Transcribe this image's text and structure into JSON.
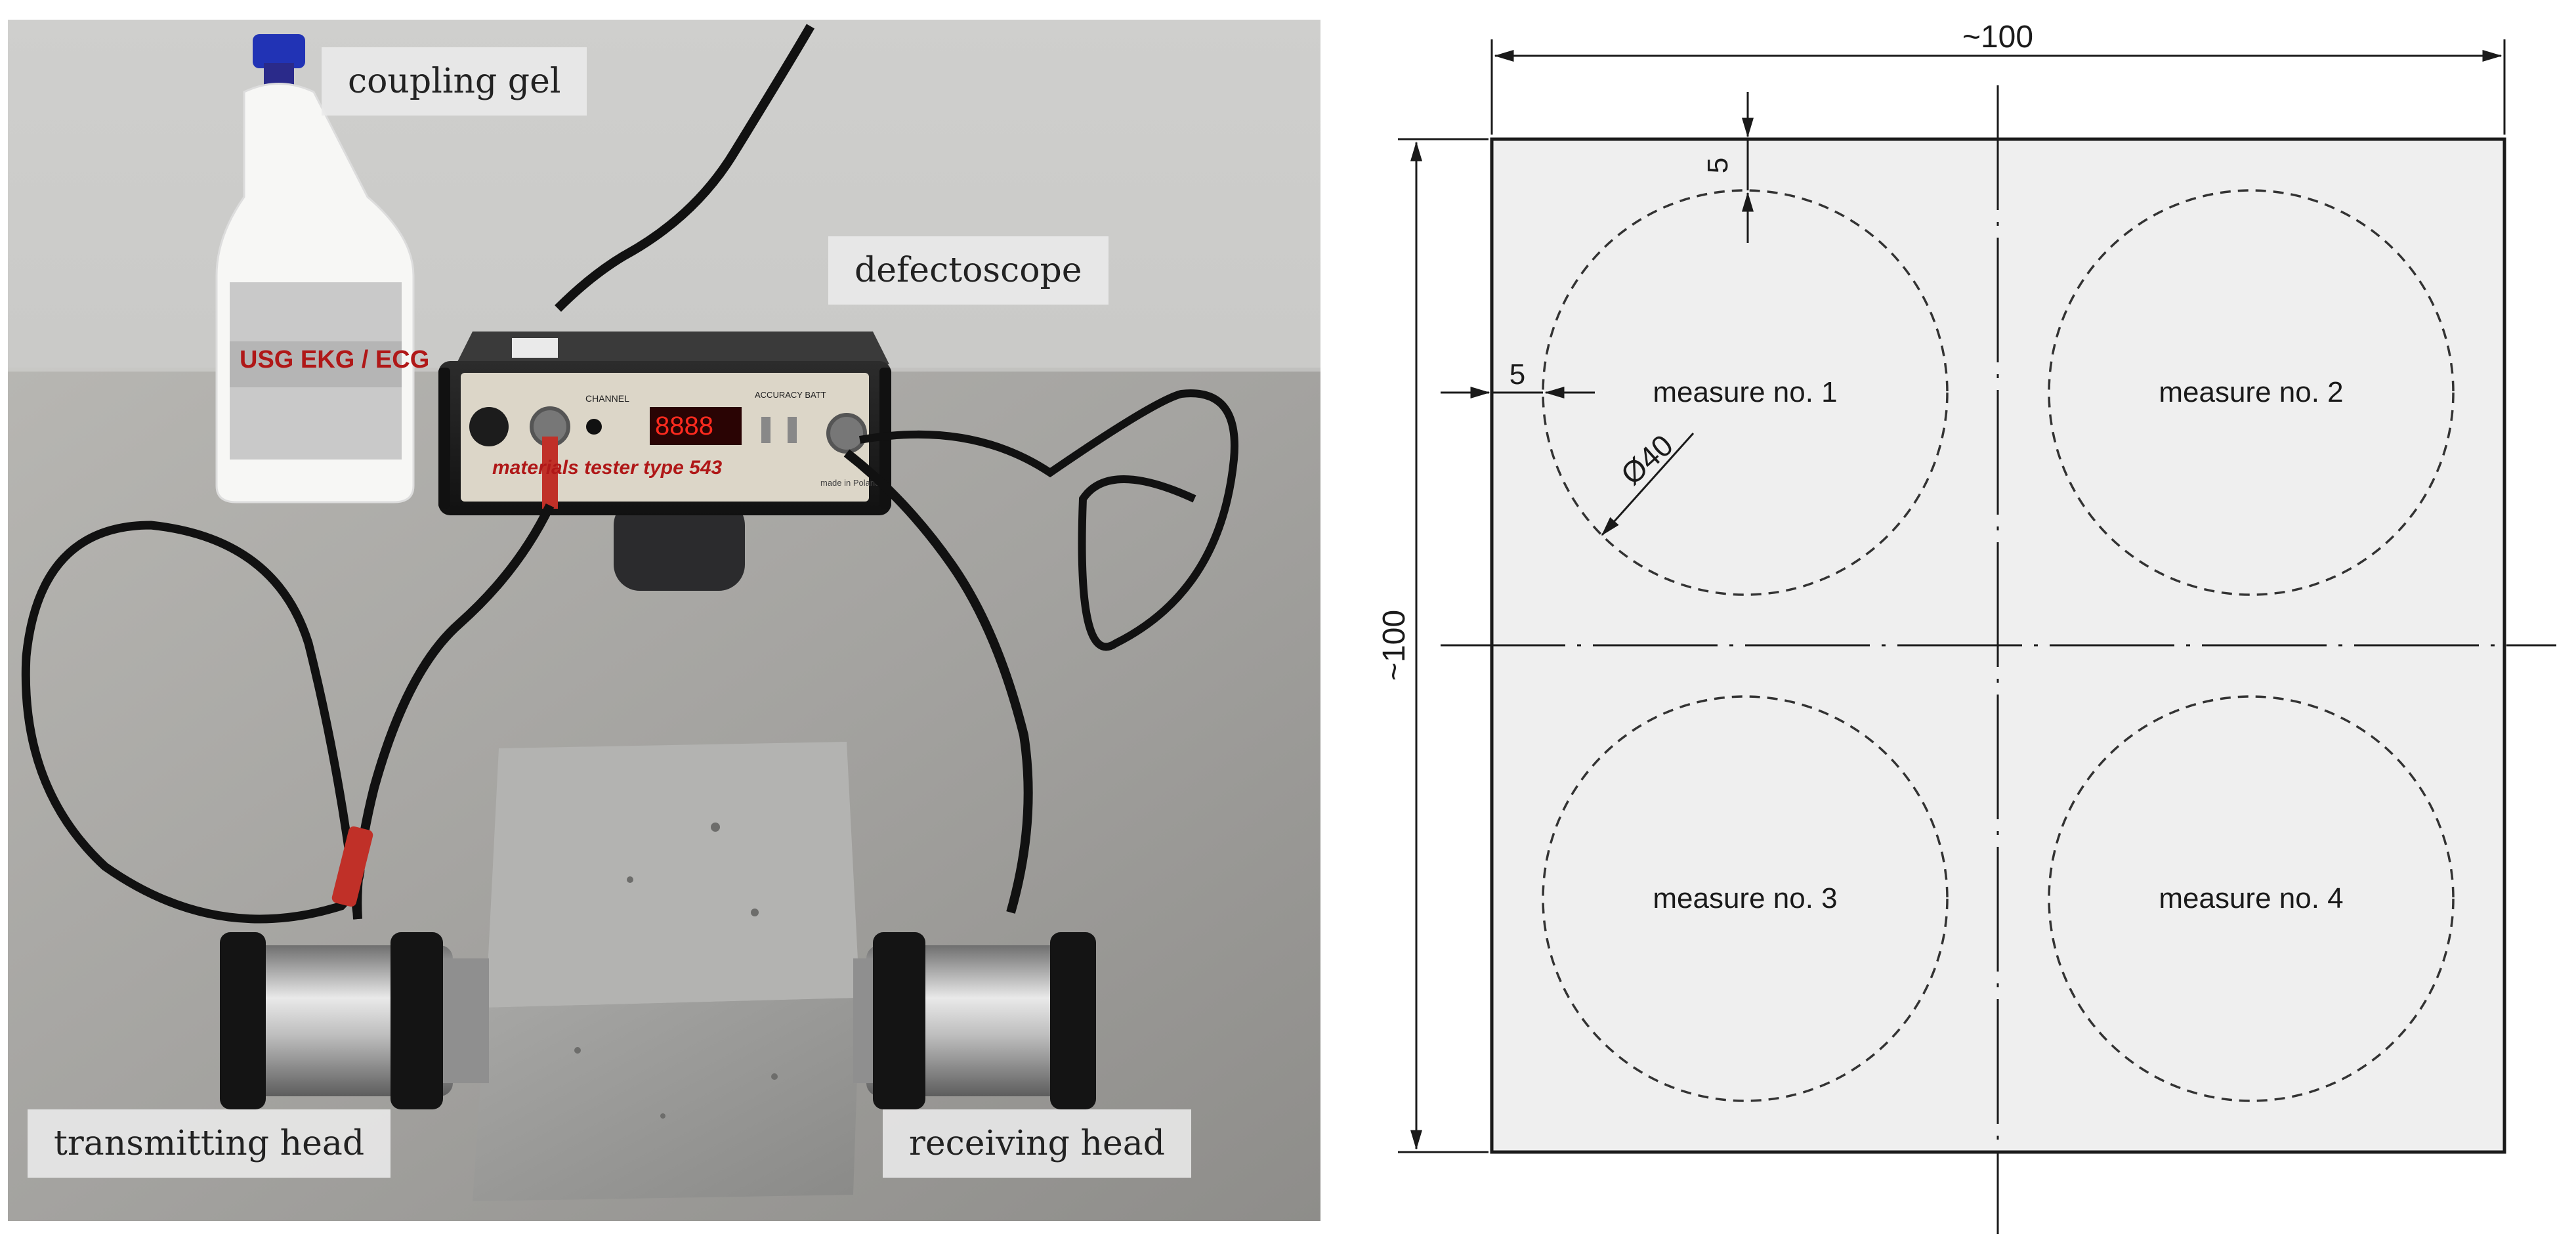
{
  "photo": {
    "labels": {
      "coupling_gel": "coupling gel",
      "defectoscope": "defectoscope",
      "transmitting_head": "transmitting head",
      "receiving_head": "receiving head"
    },
    "device_text": {
      "brand": "materials tester type 543",
      "display": "8888",
      "channel": "CHANNEL",
      "accuracy": "ACCURACY  BATT",
      "made_in": "made in Poland"
    },
    "gel_bottle_text": "USG EKG / ECG"
  },
  "drawing": {
    "dim_width": "~100",
    "dim_height": "~100",
    "dim_offset_top": "5",
    "dim_offset_left": "5",
    "diameter": "Ø40",
    "measures": [
      "measure no. 1",
      "measure no. 2",
      "measure no. 3",
      "measure no. 4"
    ]
  },
  "colors": {
    "specimen_fill": "#efefef",
    "line": "#1a1a1a",
    "label_bg": "#ebebeb",
    "cable_red": "#c03028",
    "steel": "#a9a9a6"
  }
}
